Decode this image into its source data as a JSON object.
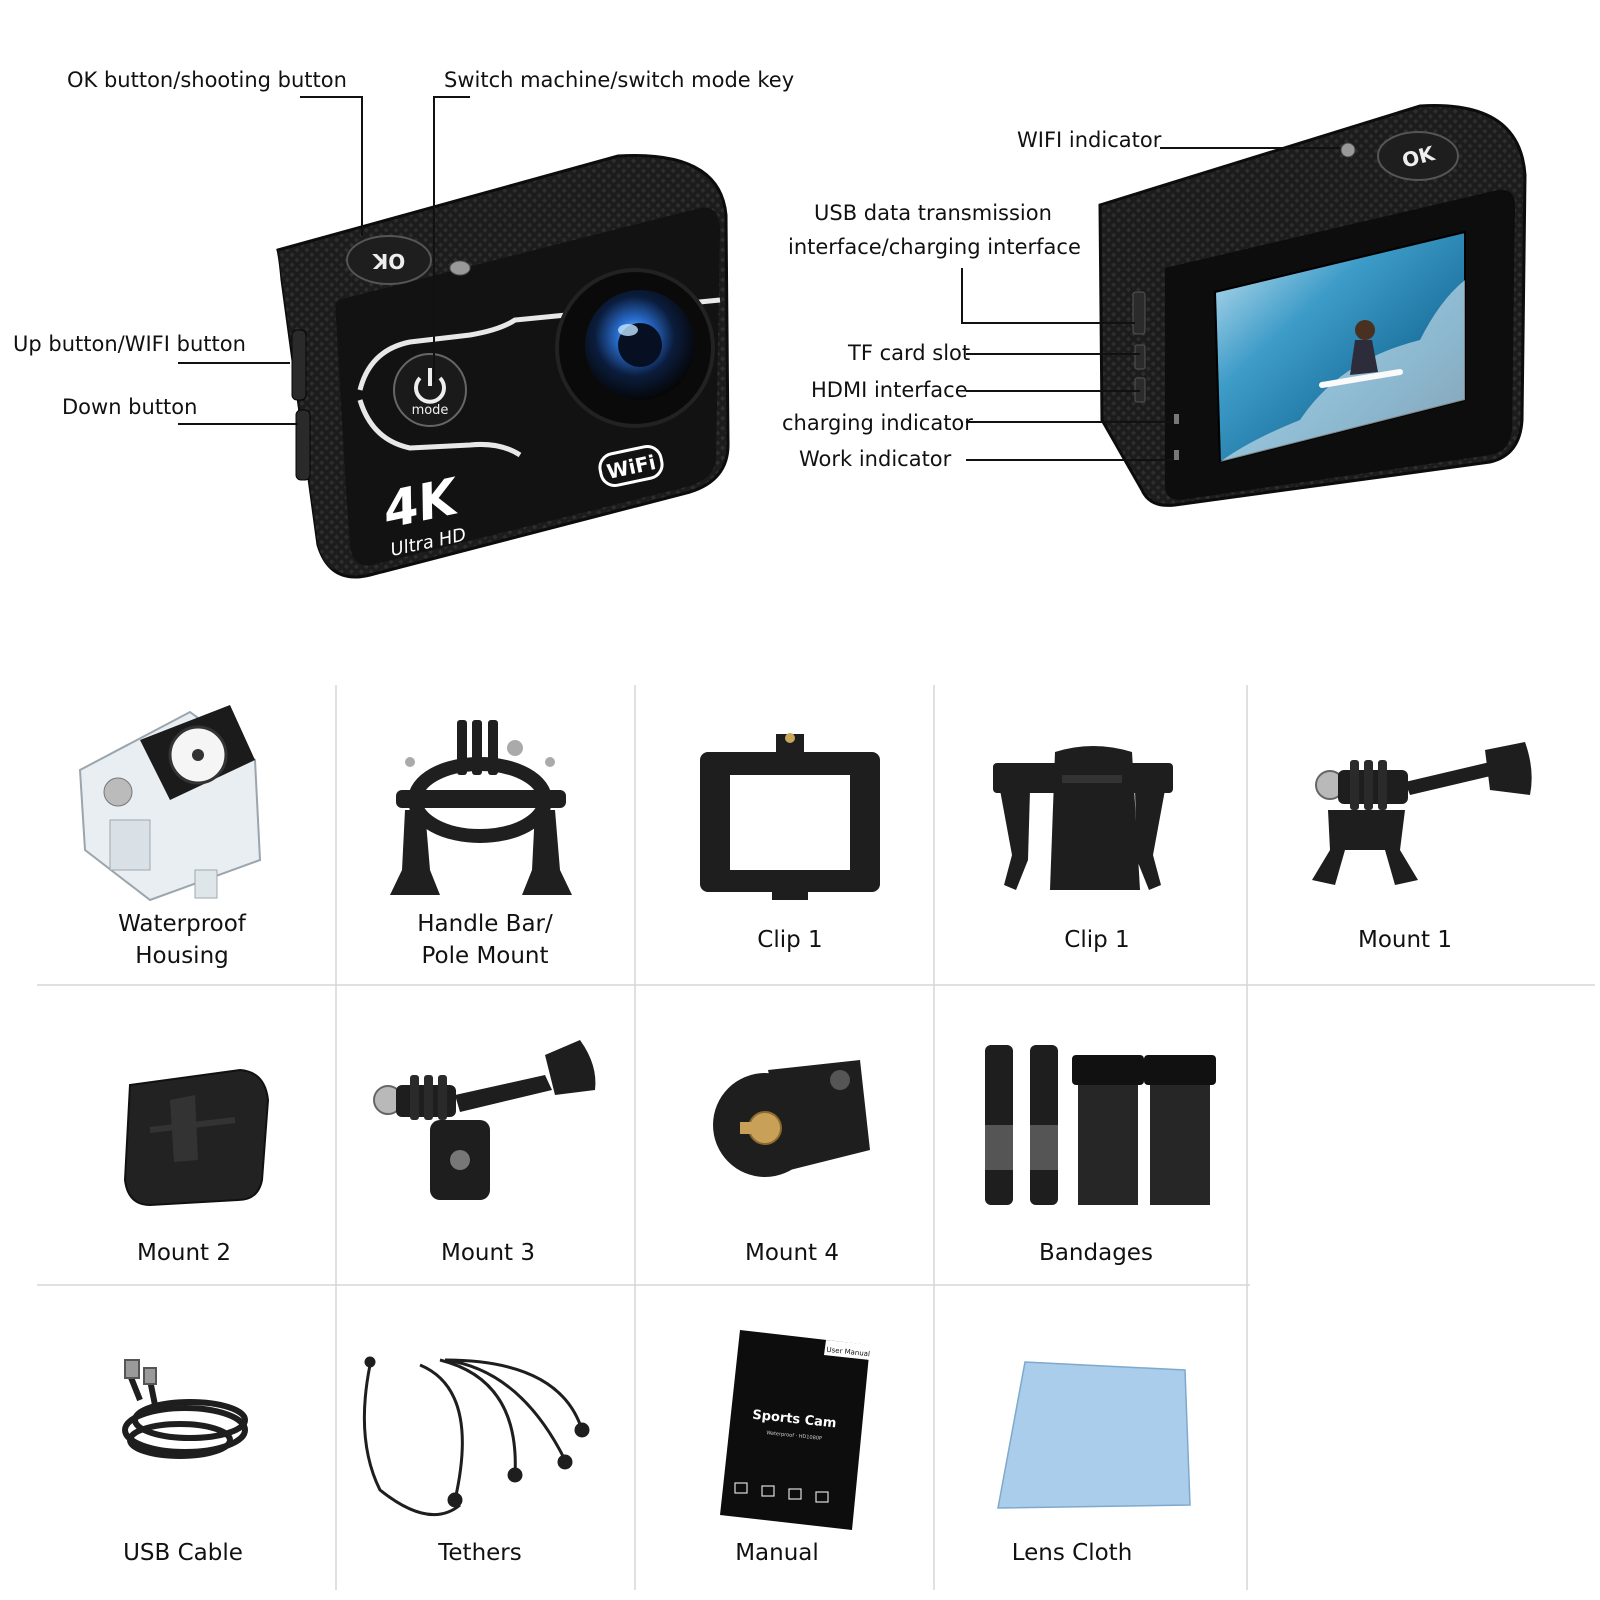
{
  "callouts": {
    "ok_button": "OK button/shooting button",
    "switch_mode_key": "Switch machine/switch mode key",
    "up_wifi_button": "Up button/WIFI button",
    "down_button": "Down button",
    "wifi_indicator": "WIFI indicator",
    "usb_interface_line1": "USB data transmission",
    "usb_interface_line2": "interface/charging interface",
    "tf_card_slot": "TF card slot",
    "hdmi_interface": "HDMI interface",
    "charging_indicator": "charging indicator",
    "work_indicator": "Work indicator"
  },
  "camera_front": {
    "ok_text": "OK",
    "mode_text": "mode",
    "resolution": "4K",
    "resolution_sub": "Ultra HD",
    "wifi_badge": "WiFi"
  },
  "camera_back": {
    "ok_text": "OK"
  },
  "accessories": [
    {
      "line1": "Waterproof",
      "line2": "Housing",
      "icon": "waterproof-housing-icon"
    },
    {
      "line1": "Handle Bar/",
      "line2": "Pole Mount",
      "icon": "handle-bar-mount-icon"
    },
    {
      "line1": "Clip 1",
      "line2": "",
      "icon": "frame-clip-icon"
    },
    {
      "line1": "Clip 1",
      "line2": "",
      "icon": "backpack-clip-icon"
    },
    {
      "line1": "Mount 1",
      "line2": "",
      "icon": "mount-1-icon"
    },
    {
      "line1": "Mount 2",
      "line2": "",
      "icon": "adhesive-mount-icon"
    },
    {
      "line1": "Mount 3",
      "line2": "",
      "icon": "mount-3-icon"
    },
    {
      "line1": "Mount 4",
      "line2": "",
      "icon": "tripod-adapter-icon"
    },
    {
      "line1": "Bandages",
      "line2": "",
      "icon": "straps-icon"
    },
    {
      "line1": "USB Cable",
      "line2": "",
      "icon": "usb-cable-icon"
    },
    {
      "line1": "Tethers",
      "line2": "",
      "icon": "tethers-icon"
    },
    {
      "line1": "Manual",
      "line2": "",
      "icon": "manual-icon"
    },
    {
      "line1": "Lens Cloth",
      "line2": "",
      "icon": "lens-cloth-icon"
    }
  ],
  "manual": {
    "corner": "User Manual",
    "title": "Sports Cam",
    "subtitle": "Waterproof · HD1080P"
  },
  "colors": {
    "camera_body": "#1a1a1a",
    "leader_line": "#111111",
    "grid_line": "#d6d6d6",
    "lens_blue": "#2a6fd1",
    "cloth_blue": "#a9cdea"
  }
}
